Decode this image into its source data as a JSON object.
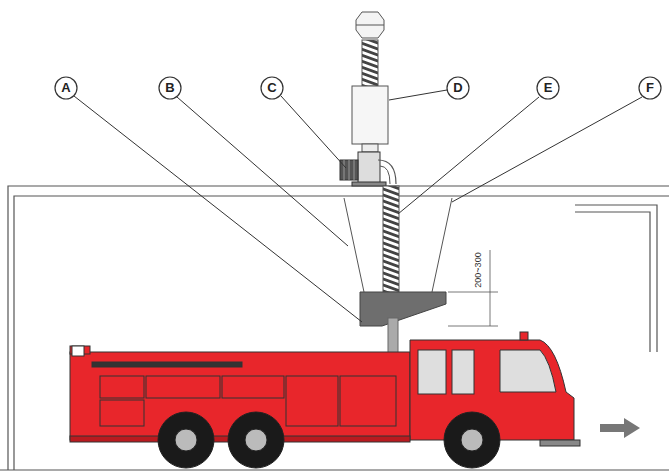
{
  "diagram": {
    "labels": [
      "A",
      "B",
      "C",
      "D",
      "E",
      "F",
      "200~300"
    ]
  }
}
